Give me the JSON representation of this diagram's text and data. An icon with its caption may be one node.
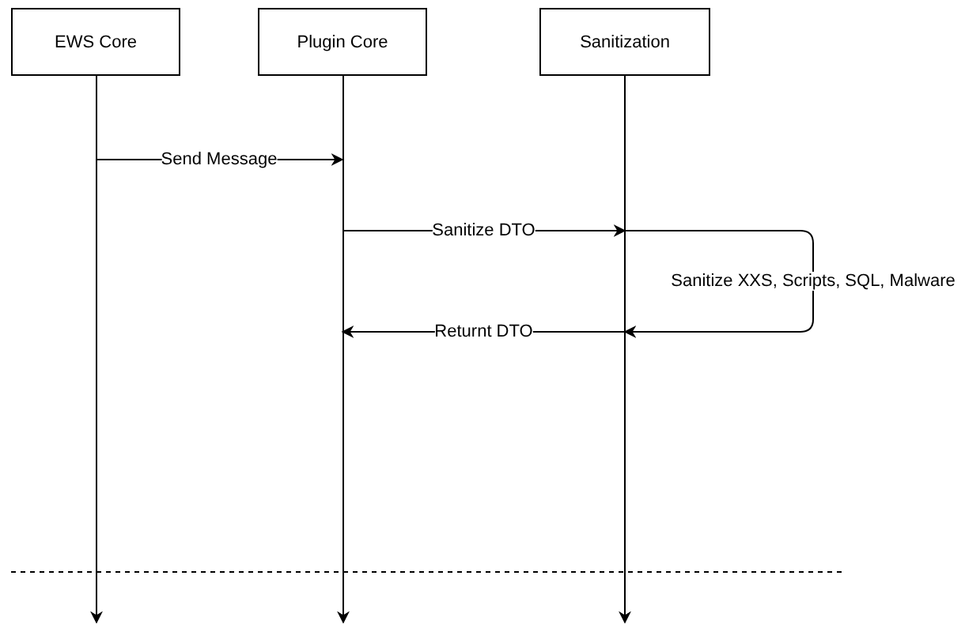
{
  "diagram": {
    "nodes": [
      {
        "text": [
          "EWS Core"
        ]
      },
      {
        "text": [
          "Plugin Core"
        ]
      },
      {
        "text": [
          "Sanitization"
        ]
      }
    ],
    "edges": [
      {
        "from": 0,
        "to": 1,
        "arrow": "to",
        "label": "Send Message"
      },
      {
        "from": 1,
        "to": 2,
        "arrow": "to",
        "label": "Sanitize DTO"
      },
      {
        "from": 2,
        "to": 2,
        "arrow": "to",
        "label": "Sanitize XXS, Scripts, SQL, Malware"
      },
      {
        "from": 2,
        "to": 1,
        "arrow": "to",
        "label": "Returnt DTO"
      }
    ]
  }
}
